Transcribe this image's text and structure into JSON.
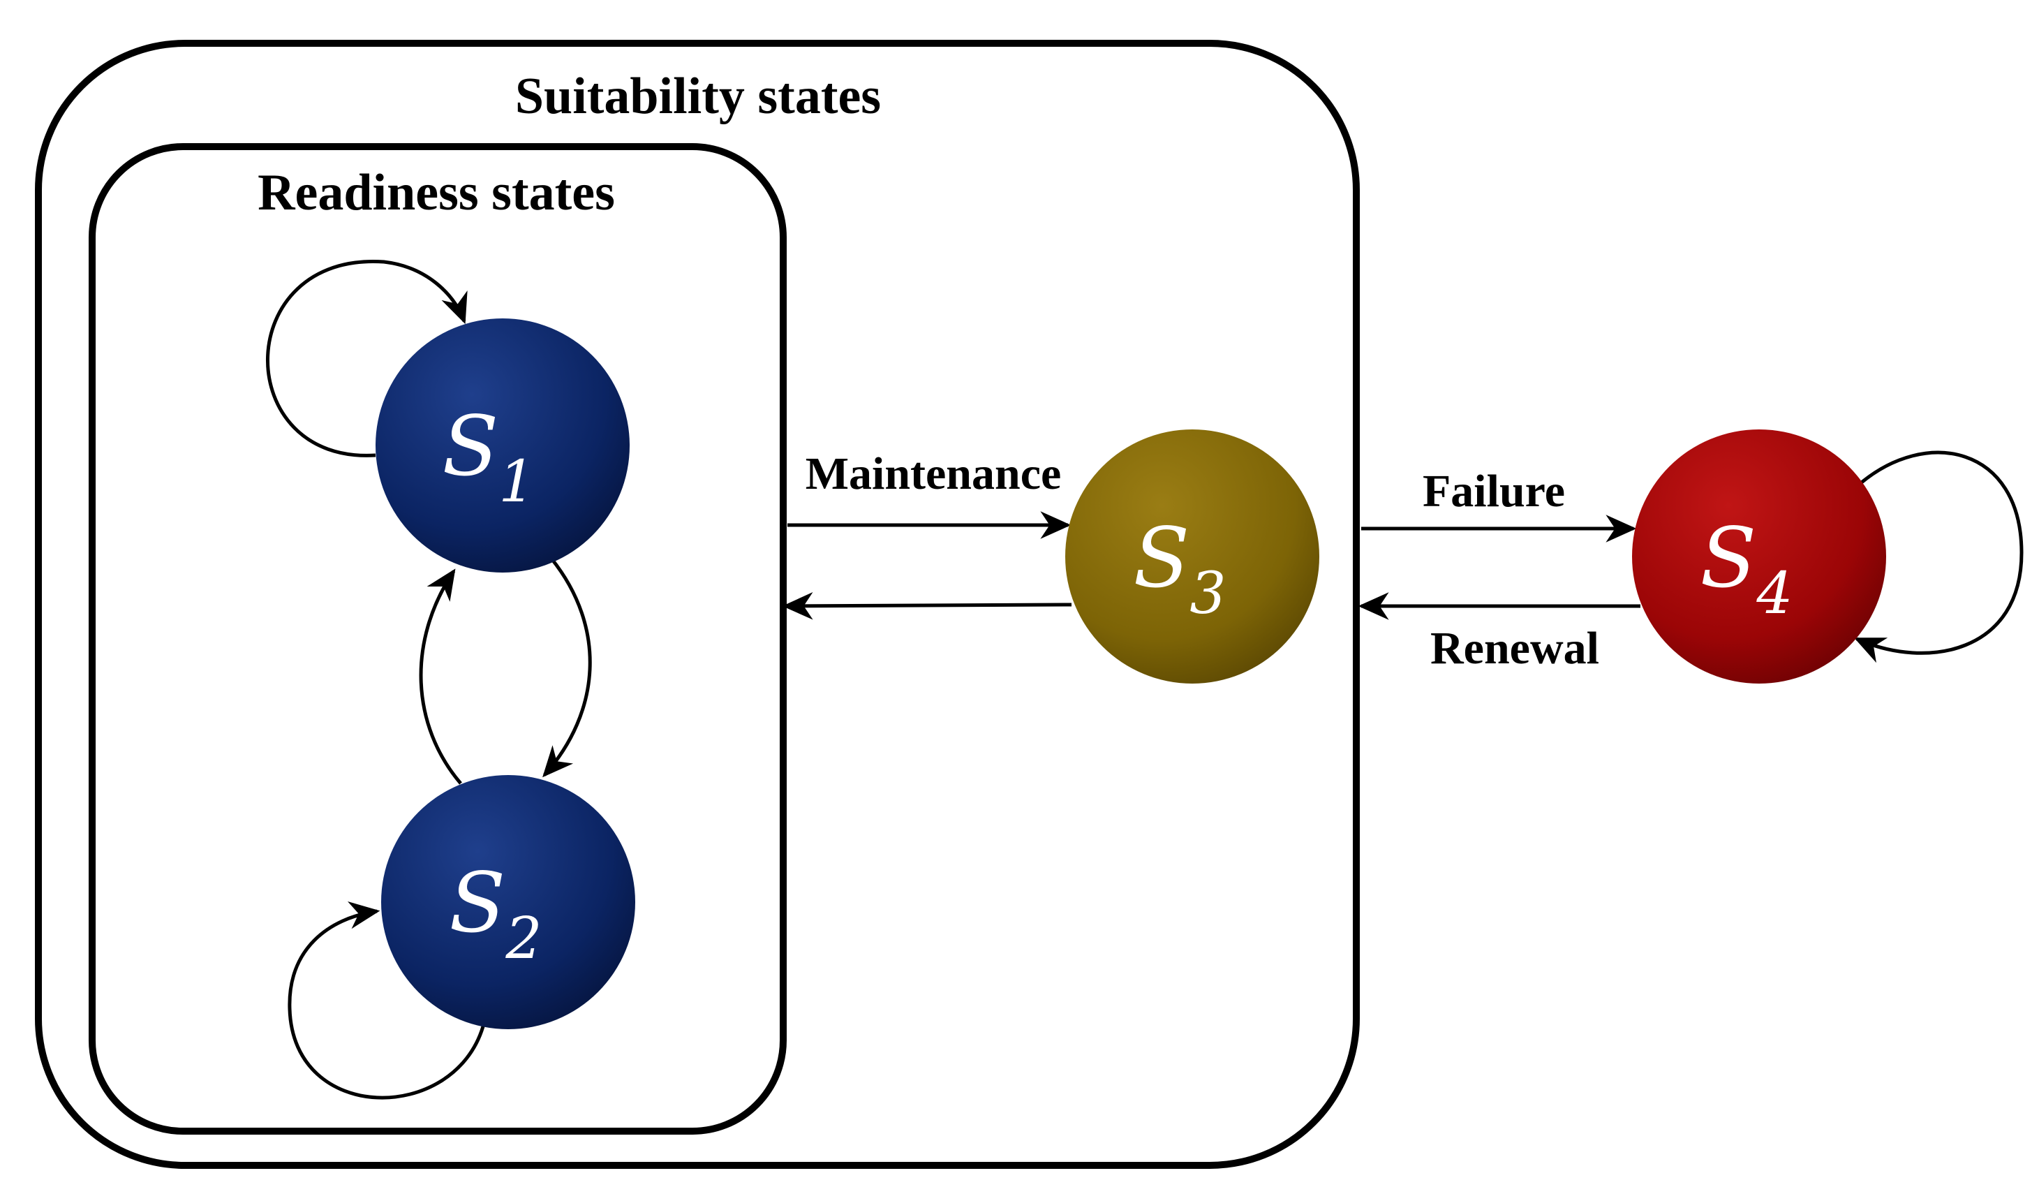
{
  "diagram": {
    "groups": {
      "outer": {
        "label": "Suitability states"
      },
      "inner": {
        "label": "Readiness states"
      }
    },
    "states": {
      "s1": {
        "letter": "S",
        "index": "1",
        "color": "#0b2463"
      },
      "s2": {
        "letter": "S",
        "index": "2",
        "color": "#0b2463"
      },
      "s3": {
        "letter": "S",
        "index": "3",
        "color": "#7d6406"
      },
      "s4": {
        "letter": "S",
        "index": "4",
        "color": "#9b0506"
      }
    },
    "transitions": {
      "maintenance": "Maintenance",
      "failure": "Failure",
      "renewal": "Renewal"
    }
  }
}
